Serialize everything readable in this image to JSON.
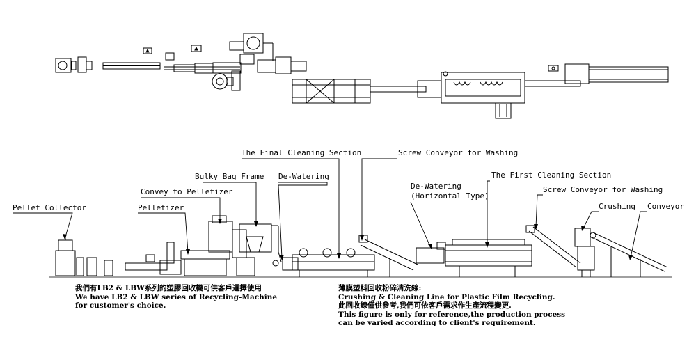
{
  "labels": {
    "final_cleaning": "The Final Cleaning Section",
    "screw_conveyor_top": "Screw Conveyor for Washing",
    "bulky_bag_frame": "Bulky Bag Frame",
    "dewatering": "De-Watering",
    "the_first_cleaning": "The First Cleaning Section",
    "convey_to_pelletizer": "Convey to Pelletizer",
    "dewatering_horizontal_line1": "De-Watering",
    "dewatering_horizontal_line2": "(Horizontal Type)",
    "screw_conveyor_right": "Screw Conveyor for Washing",
    "pellet_collector": "Pellet Collector",
    "pelletizer": "Pelletizer",
    "crushing": "Crushing",
    "conveyor": "Conveyor"
  },
  "notes": {
    "left": {
      "line1": "我們有LB2 & LBW系列的塑膠回收機可供客戶選擇使用",
      "line2": "We have LB2 & LBW series of Recycling-Machine",
      "line3": "for customer's choice."
    },
    "right": {
      "line1": "薄膜塑料回收粉碎清洗線:",
      "line2": "Crushing & Cleaning Line for Plastic Film Recycling.",
      "line3": "此回收線僅供參考,我們可依客戶需求作生產流程變更.",
      "line4": "This figure is only for reference,the production process",
      "line5": "can be varied according to client's requirement."
    }
  },
  "colors": {
    "line": "#000000",
    "background": "#ffffff"
  }
}
